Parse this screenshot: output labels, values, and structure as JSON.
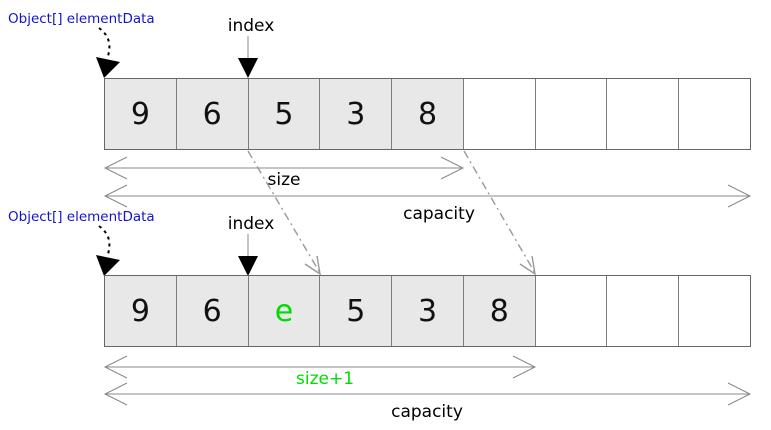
{
  "diagram": {
    "title_semantic": "ArrayList insert at index (before / after)",
    "before": {
      "pointer_label": "Object[] elementData",
      "index_label": "index",
      "cells": [
        "9",
        "6",
        "5",
        "3",
        "8",
        "",
        "",
        "",
        ""
      ],
      "filled_count": 5,
      "size_label": "size",
      "capacity_label": "capacity"
    },
    "after": {
      "pointer_label": "Object[] elementData",
      "index_label": "index",
      "cells": [
        "9",
        "6",
        "e",
        "5",
        "3",
        "8",
        "",
        "",
        ""
      ],
      "filled_count": 6,
      "inserted_index": 2,
      "inserted_value": "e",
      "size_label": "size+1",
      "capacity_label": "capacity"
    },
    "colors": {
      "pointer_label_blue": "#1414cc",
      "inserted_green": "#00dc00",
      "cell_fill": "#e8e8e8",
      "cell_border": "#666666",
      "extent_arrow_gray": "#888888",
      "shift_arrow_gray": "#999999",
      "pointer_black": "#000000"
    }
  }
}
